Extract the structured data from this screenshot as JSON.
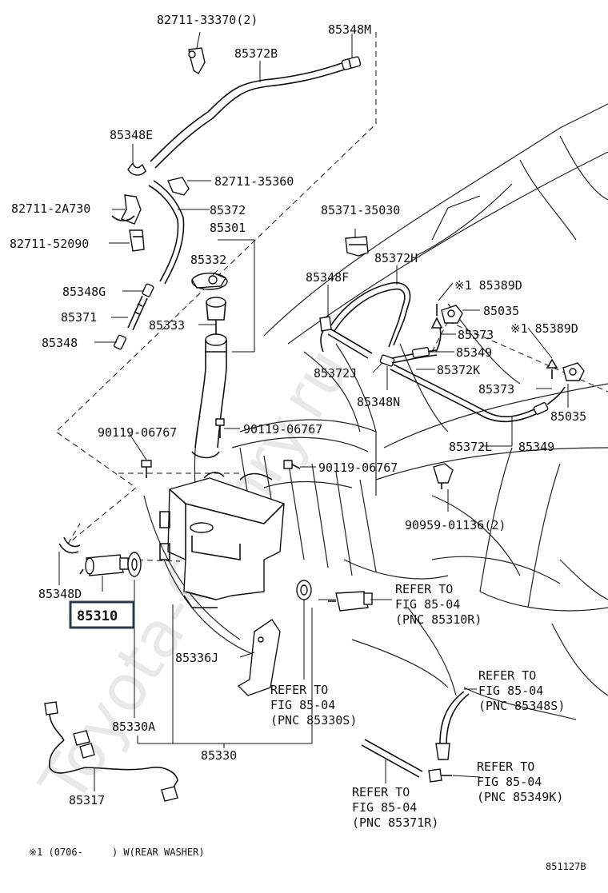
{
  "watermark": "Toyota-Camry.ru",
  "labels": {
    "l1": "82711-33370(2)",
    "l2": "85348M",
    "l3": "85372B",
    "l4": "85348E",
    "l5": "82711-35360",
    "l6": "82711-2A730",
    "l7": "85372",
    "l8": "85301",
    "l9": "82711-52090",
    "l10": "85332",
    "l11": "85371-35030",
    "l12": "85372H",
    "l13": "85348F",
    "l14": "※1 85389D",
    "l15": "85348G",
    "l16": "85035",
    "l17": "85371",
    "l18": "85333",
    "l19": "85373",
    "l20": "※1 85389D",
    "l21": "85348",
    "l22": "85349",
    "l23": "85372J",
    "l24": "85372K",
    "l25": "85373",
    "l26": "85348N",
    "l27": "85035",
    "l28": "90119-06767",
    "l29": "90119-06767",
    "l30": "85372L",
    "l31": "85349",
    "l32": "90119-06767",
    "l33": "90959-01136(2)",
    "l34": "85348D",
    "l35": "85310",
    "l36": "85336J",
    "l37": "85330A",
    "l38": "85330",
    "l39": "85317"
  },
  "refs": {
    "r1": [
      "REFER TO",
      "FIG 85-04",
      "(PNC 85310R)"
    ],
    "r2": [
      "REFER TO",
      "FIG 85-04",
      "(PNC 85330S)"
    ],
    "r3": [
      "REFER TO",
      "FIG 85-04",
      "(PNC 85348S)"
    ],
    "r4": [
      "REFER TO",
      "FIG 85-04",
      "(PNC 85349K)"
    ],
    "r5": [
      "REFER TO",
      "FIG 85-04",
      "(PNC 85371R)"
    ]
  },
  "footnote": "※1 (0706-     ) W(REAR WASHER)",
  "figure_code": "851127B"
}
